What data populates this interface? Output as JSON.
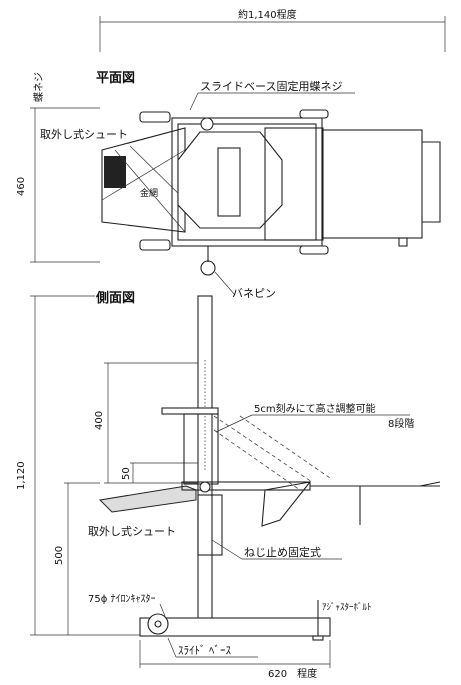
{
  "top_view": {
    "title": "平面図",
    "overall_width": "約1,140程度",
    "depth": "460",
    "butterfly_screw_side": "蝶ネジ",
    "slide_base_screw": "スライドベース固定用蝶ネジ",
    "chute": "取外し式シュート",
    "wire_mesh": "金網",
    "spring_pin": "バネピン"
  },
  "side_view": {
    "title": "側面図",
    "total_height": "1,120",
    "adjust_range": "400",
    "step_size": "50",
    "adjust_note": "5cm刻みにて高さ調整可能",
    "steps": "8段階",
    "chute": "取外し式シュート",
    "screw_fixed": "ねじ止め固定式",
    "lower_height": "500",
    "caster": "75ϕ ﾅｲﾛﾝｷｬｽﾀｰ",
    "adjuster_bolt": "ｱｼﾞｬｽﾀｰﾎﾞﾙﾄ",
    "slide_base": "ｽﾗｲﾄﾞ ﾍﾞｰｽ",
    "base_length": "620　程度"
  }
}
